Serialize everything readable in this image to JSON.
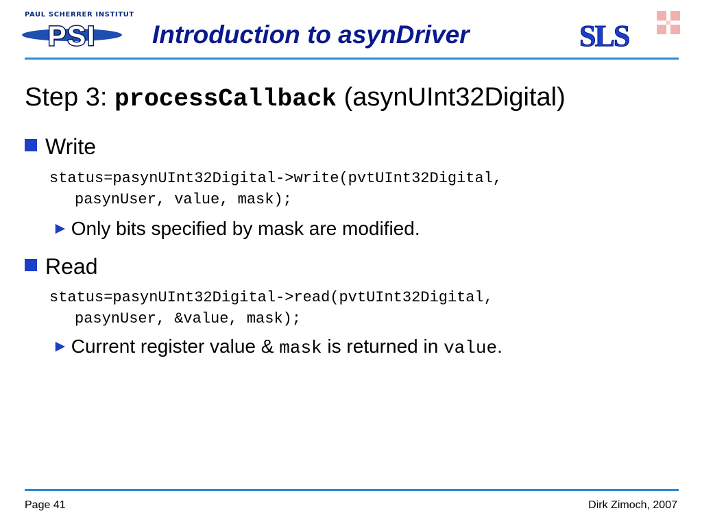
{
  "header": {
    "institute": "PAUL SCHERRER INSTITUT",
    "psi_logo_text": "PSI",
    "title": "Introduction to asynDriver",
    "sls_logo_text": "SLS"
  },
  "colors": {
    "title": "#0a1a8c",
    "rule": "#2a8ad8",
    "bullet": "#1a3fc8",
    "psi_logo": "#1e4fb0",
    "sls_logo": "#1a3fc8",
    "cross_logo": "#f2b0b0"
  },
  "slide": {
    "heading_prefix": "Step 3: ",
    "heading_code": "processCallback",
    "heading_suffix": " (asynUInt32Digital)",
    "sections": [
      {
        "bullet_icon": "square-bullet-icon",
        "label": "Write",
        "code_line1": "status=pasynUInt32Digital->write(pvtUInt32Digital,",
        "code_line2": "pasynUser, value, mask);",
        "note_icon": "triangle-bullet-icon",
        "note": "Only bits specified by mask are modified."
      },
      {
        "bullet_icon": "square-bullet-icon",
        "label": "Read",
        "code_line1": "status=pasynUInt32Digital->read(pvtUInt32Digital,",
        "code_line2": "pasynUser, &value, mask);",
        "note_icon": "triangle-bullet-icon",
        "note_part1": "Current register value & ",
        "note_code1": "mask",
        "note_part2": " is returned in ",
        "note_code2": "value",
        "note_part3": "."
      }
    ]
  },
  "footer": {
    "page": "Page 41",
    "author": "Dirk Zimoch, 2007"
  }
}
